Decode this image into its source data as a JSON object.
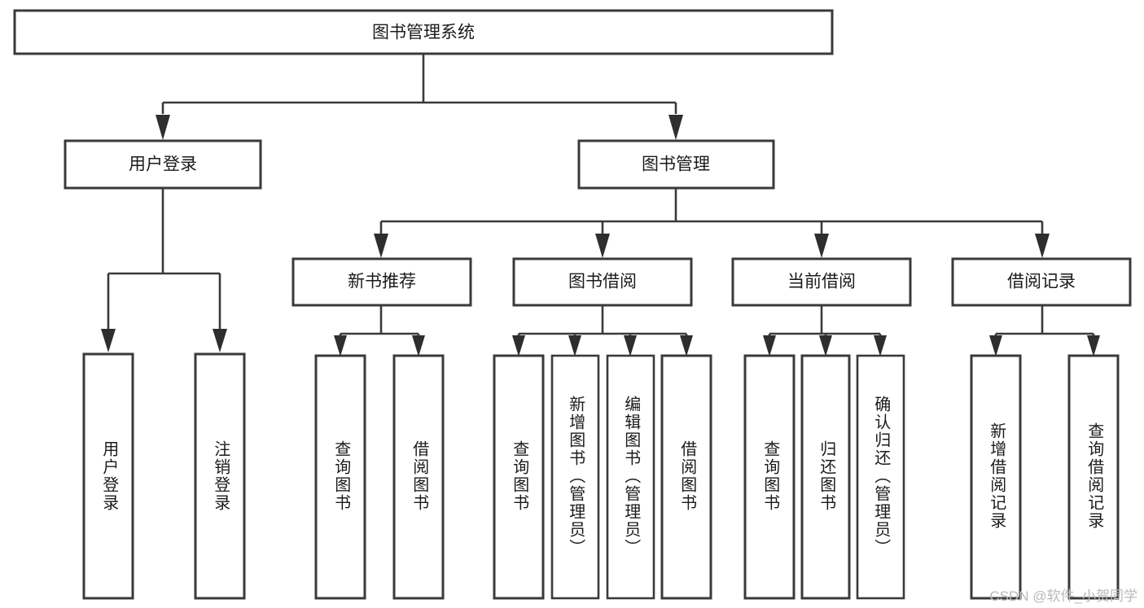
{
  "diagram": {
    "title": "图书管理系统",
    "type": "hierarchy-tree",
    "orientation": "top-down",
    "colors": {
      "box_stroke": "#3a3a3a",
      "box_fill": "#ffffff",
      "connector": "#3a3a3a",
      "text": "#1b1b1b",
      "background": "#ffffff",
      "watermark": "#b9b9b9"
    },
    "root": {
      "id": "root",
      "label": "图书管理系统",
      "level": 0
    },
    "level1": [
      {
        "id": "user-login",
        "label": "用户登录",
        "level": 1
      },
      {
        "id": "book-manage",
        "label": "图书管理",
        "level": 1
      }
    ],
    "level2": [
      {
        "id": "new-book-recommend",
        "label": "新书推荐",
        "level": 2,
        "parent": "book-manage"
      },
      {
        "id": "book-borrow",
        "label": "图书借阅",
        "level": 2,
        "parent": "book-manage"
      },
      {
        "id": "current-borrow",
        "label": "当前借阅",
        "level": 2,
        "parent": "book-manage"
      },
      {
        "id": "borrow-record",
        "label": "借阅记录",
        "level": 2,
        "parent": "book-manage"
      }
    ],
    "leaves": [
      {
        "id": "leaf-user-login",
        "label": "用户登录",
        "parent": "user-login"
      },
      {
        "id": "leaf-user-logout",
        "label": "注销登录",
        "parent": "user-login"
      },
      {
        "id": "leaf-query-book-1",
        "label": "查询图书",
        "parent": "new-book-recommend"
      },
      {
        "id": "leaf-borrow-book-1",
        "label": "借阅图书",
        "parent": "new-book-recommend"
      },
      {
        "id": "leaf-query-book-2",
        "label": "查询图书",
        "parent": "book-borrow"
      },
      {
        "id": "leaf-add-book",
        "label": "新增图书（管理员）",
        "parent": "book-borrow"
      },
      {
        "id": "leaf-edit-book",
        "label": "编辑图书（管理员）",
        "parent": "book-borrow"
      },
      {
        "id": "leaf-borrow-book-2",
        "label": "借阅图书",
        "parent": "book-borrow"
      },
      {
        "id": "leaf-query-book-3",
        "label": "查询图书",
        "parent": "current-borrow"
      },
      {
        "id": "leaf-return-book",
        "label": "归还图书",
        "parent": "current-borrow"
      },
      {
        "id": "leaf-confirm-return",
        "label": "确认归还（管理员）",
        "parent": "current-borrow"
      },
      {
        "id": "leaf-add-record",
        "label": "新增借阅记录",
        "parent": "borrow-record"
      },
      {
        "id": "leaf-query-record",
        "label": "查询借阅记录",
        "parent": "borrow-record"
      }
    ]
  },
  "watermark": {
    "text": "CSDN @软件_小贺同学"
  }
}
